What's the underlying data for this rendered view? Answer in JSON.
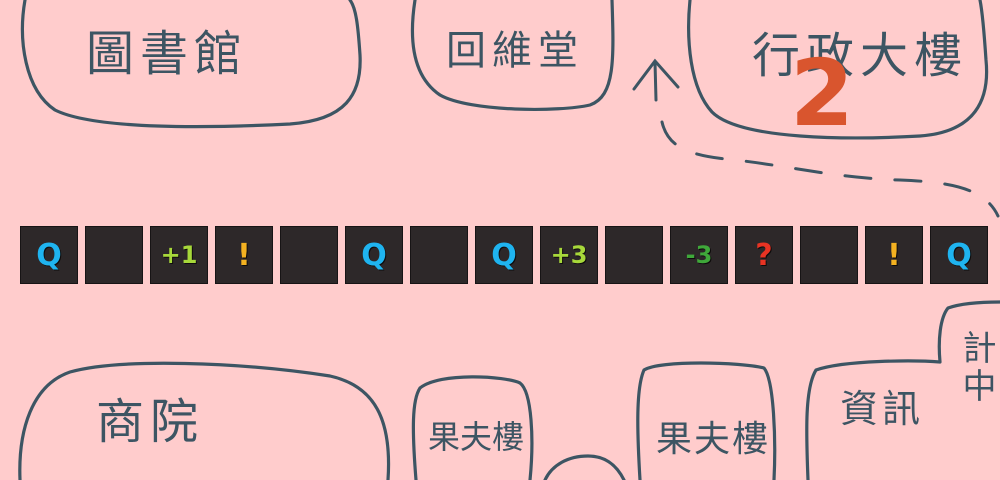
{
  "buildings": {
    "library": "圖書館",
    "hall": "回維堂",
    "admin": "行政大樓",
    "business": "商院",
    "fruit1": "果夫樓",
    "fruit2": "果夫樓",
    "info": "資訊",
    "info_center": "計中"
  },
  "player_marker": "2",
  "colors": {
    "q": "#1fb4f0",
    "plus": "#a7d83a",
    "minus": "#3fa83a",
    "event": "#f4b221",
    "mystery": "#e83323",
    "cell_bg": "#2d2829",
    "marker": "#d9552e"
  },
  "track": [
    {
      "type": "quiz",
      "text": "Q"
    },
    {
      "type": "empty",
      "text": ""
    },
    {
      "type": "plus",
      "text": "+1"
    },
    {
      "type": "event",
      "text": "!"
    },
    {
      "type": "empty",
      "text": ""
    },
    {
      "type": "quiz",
      "text": "Q"
    },
    {
      "type": "empty",
      "text": ""
    },
    {
      "type": "quiz",
      "text": "Q"
    },
    {
      "type": "plus",
      "text": "+3"
    },
    {
      "type": "empty",
      "text": ""
    },
    {
      "type": "minus",
      "text": "-3"
    },
    {
      "type": "mystery",
      "text": "?"
    },
    {
      "type": "empty",
      "text": ""
    },
    {
      "type": "event",
      "text": "!"
    },
    {
      "type": "quiz",
      "text": "Q"
    }
  ]
}
